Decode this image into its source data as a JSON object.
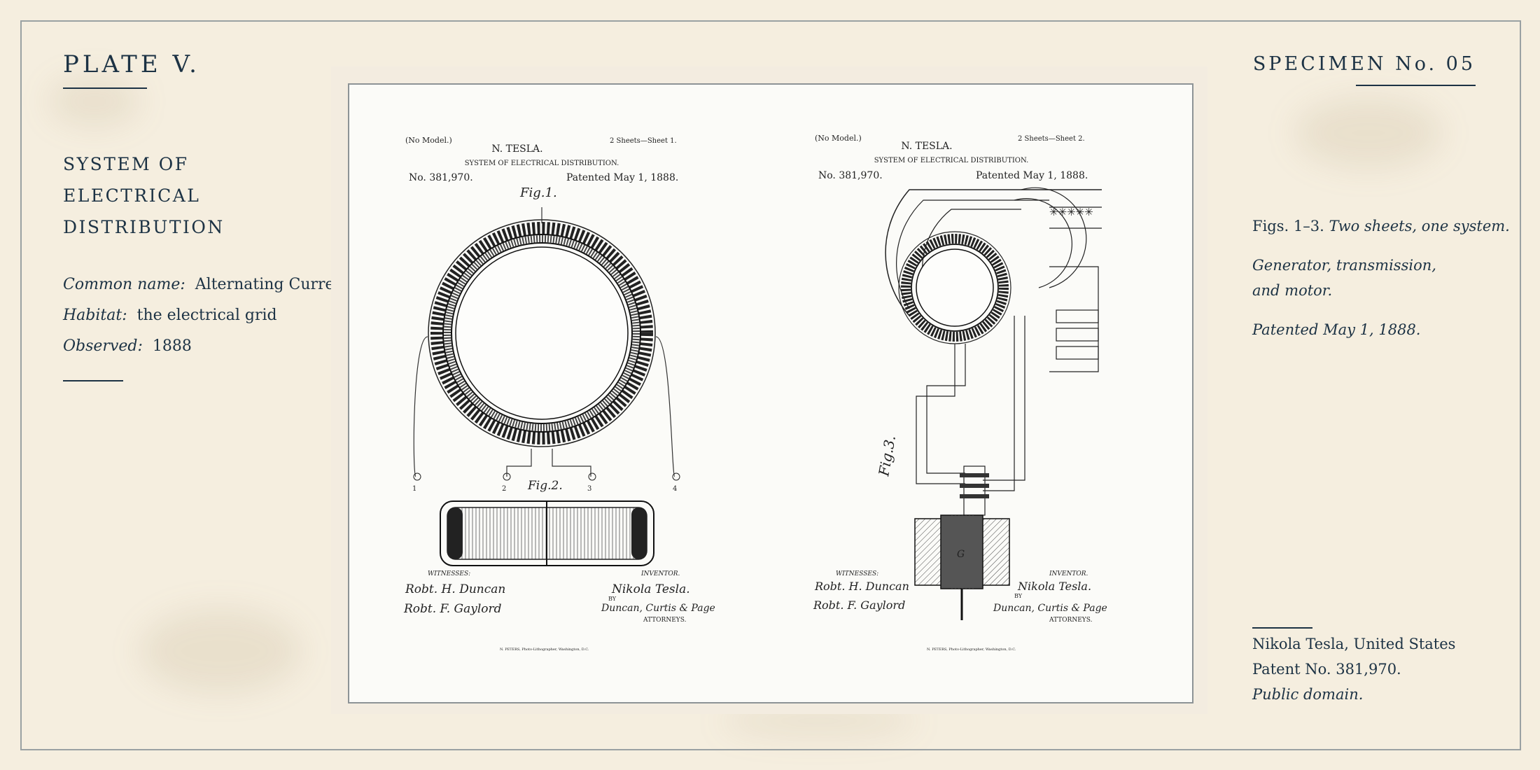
{
  "plate": {
    "label": "PLATE V.",
    "specimen": "SPECIMEN No. 05",
    "title_lines": [
      "SYSTEM OF",
      "ELECTRICAL",
      "DISTRIBUTION"
    ],
    "fields": [
      {
        "key": "Common name:",
        "value": "Alternating Current"
      },
      {
        "key": "Habitat:",
        "value": "the electrical grid"
      },
      {
        "key": "Observed:",
        "value": "1888"
      }
    ]
  },
  "notes": {
    "figs_prefix": "Figs. 1–3. ",
    "figs_italic": "Two sheets, one system.",
    "desc_line1": "Generator, transmission,",
    "desc_line2": "and motor.",
    "patented": "Patented May 1, 1888."
  },
  "credit": {
    "line1": "Nikola Tesla, United States",
    "line2": "Patent No. 381,970.",
    "line3": "Public domain."
  },
  "patent_sheets": [
    {
      "no_model": "(No Model.)",
      "inventor": "N. TESLA.",
      "sheets": "2 Sheets—Sheet 1.",
      "subject": "SYSTEM OF ELECTRICAL DISTRIBUTION.",
      "number": "No. 381,970.",
      "patented": "Patented May 1, 1888.",
      "fig_a": "Fig.1.",
      "fig_b": "Fig.2.",
      "witnesses_label": "WITNESSES:",
      "witness1": "Robt. H. Duncan",
      "witness2": "Robt. F. Gaylord",
      "inventor_label": "INVENTOR.",
      "inventor_sig": "Nikola Tesla.",
      "by": "BY",
      "attorneys_sig": "Duncan, Curtis & Page",
      "attorneys_label": "ATTORNEYS.",
      "imprint": "N. PETERS, Photo-Lithographer, Washington, D.C.",
      "terminals": [
        "1",
        "2",
        "3",
        "4"
      ]
    },
    {
      "no_model": "(No Model.)",
      "inventor": "N. TESLA.",
      "sheets": "2 Sheets—Sheet 2.",
      "subject": "SYSTEM OF ELECTRICAL DISTRIBUTION.",
      "number": "No. 381,970.",
      "patented": "Patented May 1, 1888.",
      "fig_a": "Fig.3.",
      "witnesses_label": "WITNESSES:",
      "witness1": "Robt. H. Duncan",
      "witness2": "Robt. F. Gaylord",
      "inventor_label": "INVENTOR.",
      "inventor_sig": "Nikola Tesla.",
      "by": "BY",
      "attorneys_sig": "Duncan, Curtis & Page",
      "attorneys_label": "ATTORNEYS.",
      "imprint": "N. PETERS, Photo-Lithographer, Washington, D.C.",
      "rotor_letter": "G"
    }
  ]
}
